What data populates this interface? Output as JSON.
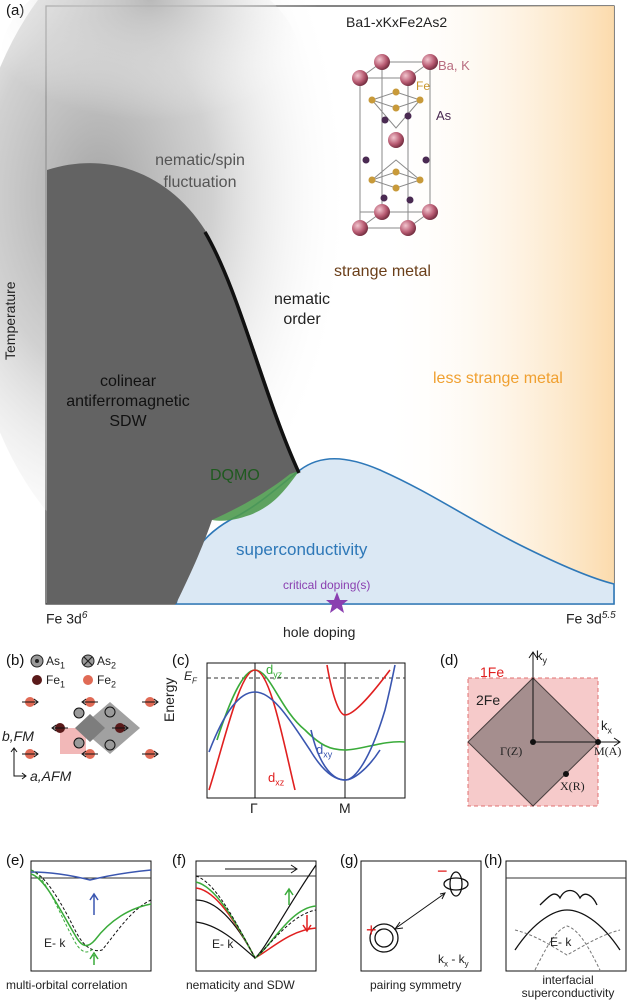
{
  "panel_a": {
    "letter": "(a)",
    "formula": "Ba1-xKxFe2As2",
    "atom_labels": {
      "ba_k": "Ba, K",
      "fe": "Fe",
      "as": "As"
    },
    "regions": {
      "nematic_fluct": [
        "nematic/spin",
        "fluctuation"
      ],
      "strange_metal": "strange metal",
      "nematic_order": [
        "nematic",
        "order"
      ],
      "afm": [
        "colinear",
        "antiferromagnetic",
        "SDW"
      ],
      "less_strange": "less strange metal",
      "dqmo": "DQMO",
      "sc": "superconductivity",
      "critical": "critical doping(s)"
    },
    "axis": {
      "y": "Temperature",
      "x": "hole doping",
      "left_end": "Fe 3d",
      "left_sup": "6",
      "right_end": "Fe 3d",
      "right_sup": "5.5"
    },
    "colors": {
      "afm": "#636363",
      "dqmo": "#4f9a4f",
      "sc": "#dbe8f4",
      "sc_edge": "#2e78b8",
      "strange": "#6b3f1a",
      "less_strange": "#f0a030",
      "star": "#8a3fb0"
    }
  },
  "panel_b": {
    "letter": "(b)",
    "legend": [
      "As",
      "As",
      "Fe",
      "Fe"
    ],
    "legend_sub": [
      "1",
      "2",
      "1",
      "2"
    ],
    "axis_b": "b,FM",
    "axis_a": "a,AFM"
  },
  "panel_c": {
    "letter": "(c)",
    "ylabel": "Energy",
    "ef": "E",
    "ef_sub": "F",
    "bands": {
      "dyz": "d",
      "dyz_sub": "yz",
      "dxz": "d",
      "dxz_sub": "xz",
      "dxy": "d",
      "dxy_sub": "xy"
    },
    "kpoints": [
      "Γ",
      "M"
    ]
  },
  "panel_d": {
    "letter": "(d)",
    "one_fe": "1Fe",
    "two_fe": "2Fe",
    "ky": "k",
    "ky_sub": "y",
    "kx": "k",
    "kx_sub": "x",
    "gamma": "Γ(Z)",
    "m": "M(A)",
    "x": "X(R)"
  },
  "panel_e": {
    "letter": "(e)",
    "ek": "E- k",
    "caption": "multi-orbital correlation"
  },
  "panel_f": {
    "letter": "(f)",
    "ek": "E- k",
    "caption": "nematicity and SDW"
  },
  "panel_g": {
    "letter": "(g)",
    "plus": "+",
    "minus": "−",
    "kk": "k",
    "kk_sub1": "x",
    "kk_mid": " - k",
    "kk_sub2": "y",
    "caption": "pairing symmetry"
  },
  "panel_h": {
    "letter": "(h)",
    "ek": "E- k",
    "caption": [
      "interfacial",
      "superconductivity"
    ]
  }
}
